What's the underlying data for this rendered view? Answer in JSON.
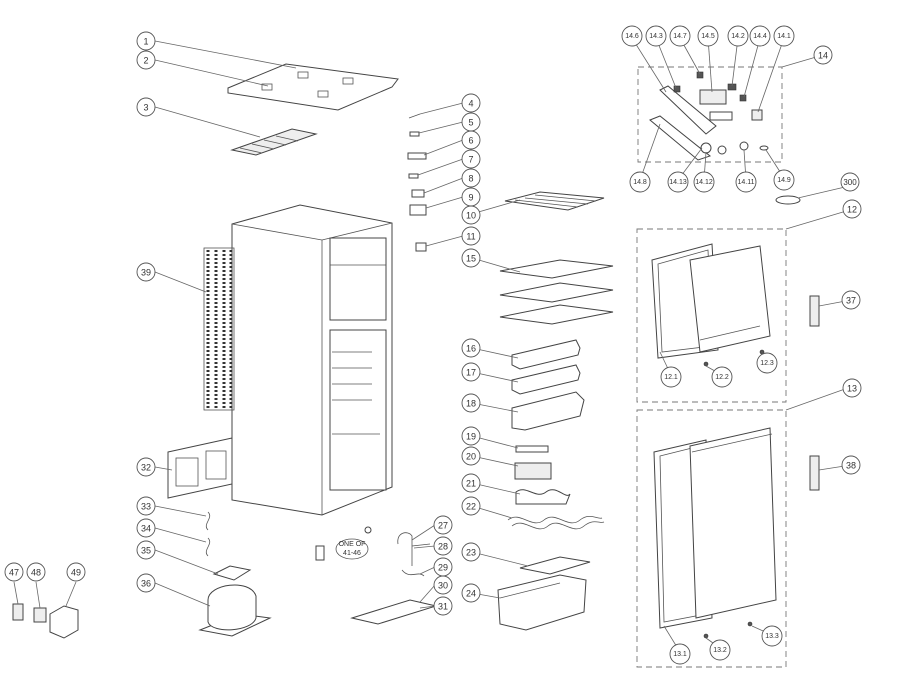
{
  "diagram": {
    "title": "",
    "callouts": [
      "1",
      "2",
      "3",
      "4",
      "5",
      "6",
      "7",
      "8",
      "9",
      "10",
      "11",
      "14",
      "14.1",
      "14.2",
      "14.3",
      "14.4",
      "14.5",
      "14.6",
      "14.7",
      "14.8",
      "14.9",
      "14.11",
      "14.12",
      "14.13",
      "300",
      "12",
      "12.1",
      "12.2",
      "12.3",
      "13",
      "13.1",
      "13.2",
      "13.3",
      "15",
      "16",
      "17",
      "18",
      "19",
      "20",
      "21",
      "22",
      "23",
      "24",
      "27",
      "28",
      "29",
      "30",
      "31",
      "32",
      "33",
      "34",
      "35",
      "36",
      "37",
      "38",
      "39",
      "47",
      "48",
      "49"
    ],
    "note_text": [
      "ONE OF",
      "41-46"
    ]
  }
}
